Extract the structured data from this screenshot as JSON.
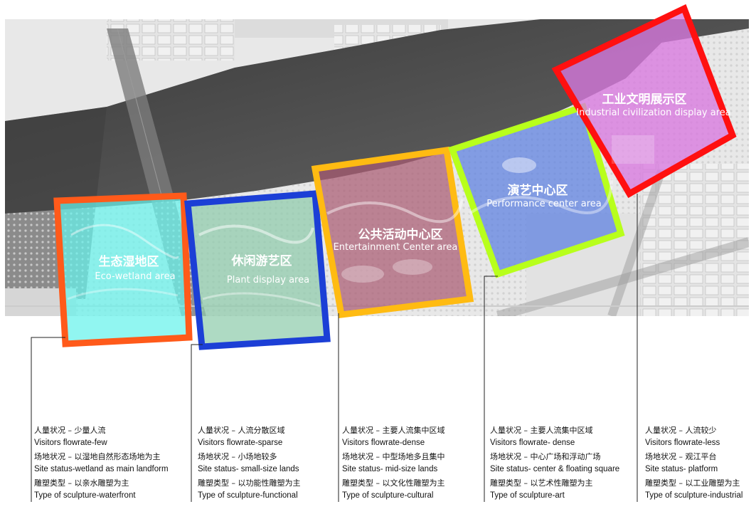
{
  "colors": {
    "water": "#555555",
    "land": "#e7e7e7",
    "zone1": "#ff5a1a",
    "zone2": "#1c3fd6",
    "zone3": "#ffbb12",
    "zone4": "#b8ff1c",
    "zone5": "#ff1010"
  },
  "zones": [
    {
      "name_cn": "生态湿地区",
      "name_en": "Eco-wetland area",
      "visitors_cn": "人量状况 – 少量人流",
      "visitors_en": "Visitors flowrate-few",
      "site_cn": "场地状况 – 以湿地自然形态场地为主",
      "site_en": "Site status-wetland as main landform",
      "sculpture_cn": "雕塑类型 – 以亲水雕塑为主",
      "sculpture_en": "Type of sculpture-waterfront"
    },
    {
      "name_cn": "休闲游艺区",
      "name_en": "Plant display area",
      "visitors_cn": "人量状况 – 人流分散区域",
      "visitors_en": "Visitors flowrate-sparse",
      "site_cn": "场地状况 – 小场地较多",
      "site_en": "Site status- small-size lands",
      "sculpture_cn": "雕塑类型 – 以功能性雕塑为主",
      "sculpture_en": "Type of sculpture-functional"
    },
    {
      "name_cn": "公共活动中心区",
      "name_en": "Entertainment Center area",
      "visitors_cn": "人量状况 – 主要人流集中区域",
      "visitors_en": "Visitors flowrate-dense",
      "site_cn": "场地状况 – 中型场地多且集中",
      "site_en": "Site status- mid-size lands",
      "sculpture_cn": "雕塑类型 – 以文化性雕塑为主",
      "sculpture_en": "Type of sculpture-cultural"
    },
    {
      "name_cn": "演艺中心区",
      "name_en": "Performance center area",
      "visitors_cn": "人量状况 – 主要人流集中区域",
      "visitors_en": "Visitors flowrate- dense",
      "site_cn": "场地状况 – 中心广场和浮动广场",
      "site_en": "Site status- center & floating square",
      "sculpture_cn": "雕塑类型 – 以艺术性雕塑为主",
      "sculpture_en": "Type of sculpture-art"
    },
    {
      "name_cn": "工业文明展示区",
      "name_en": "Industrial civilization display area",
      "visitors_cn": "人量状况 – 人流较少",
      "visitors_en": "Visitors flowrate-less",
      "site_cn": "场地状况 – 观江平台",
      "site_en": "Site status- platform",
      "sculpture_cn": "雕塑类型 – 以工业雕塑为主",
      "sculpture_en": "Type of sculpture-industrial"
    }
  ]
}
